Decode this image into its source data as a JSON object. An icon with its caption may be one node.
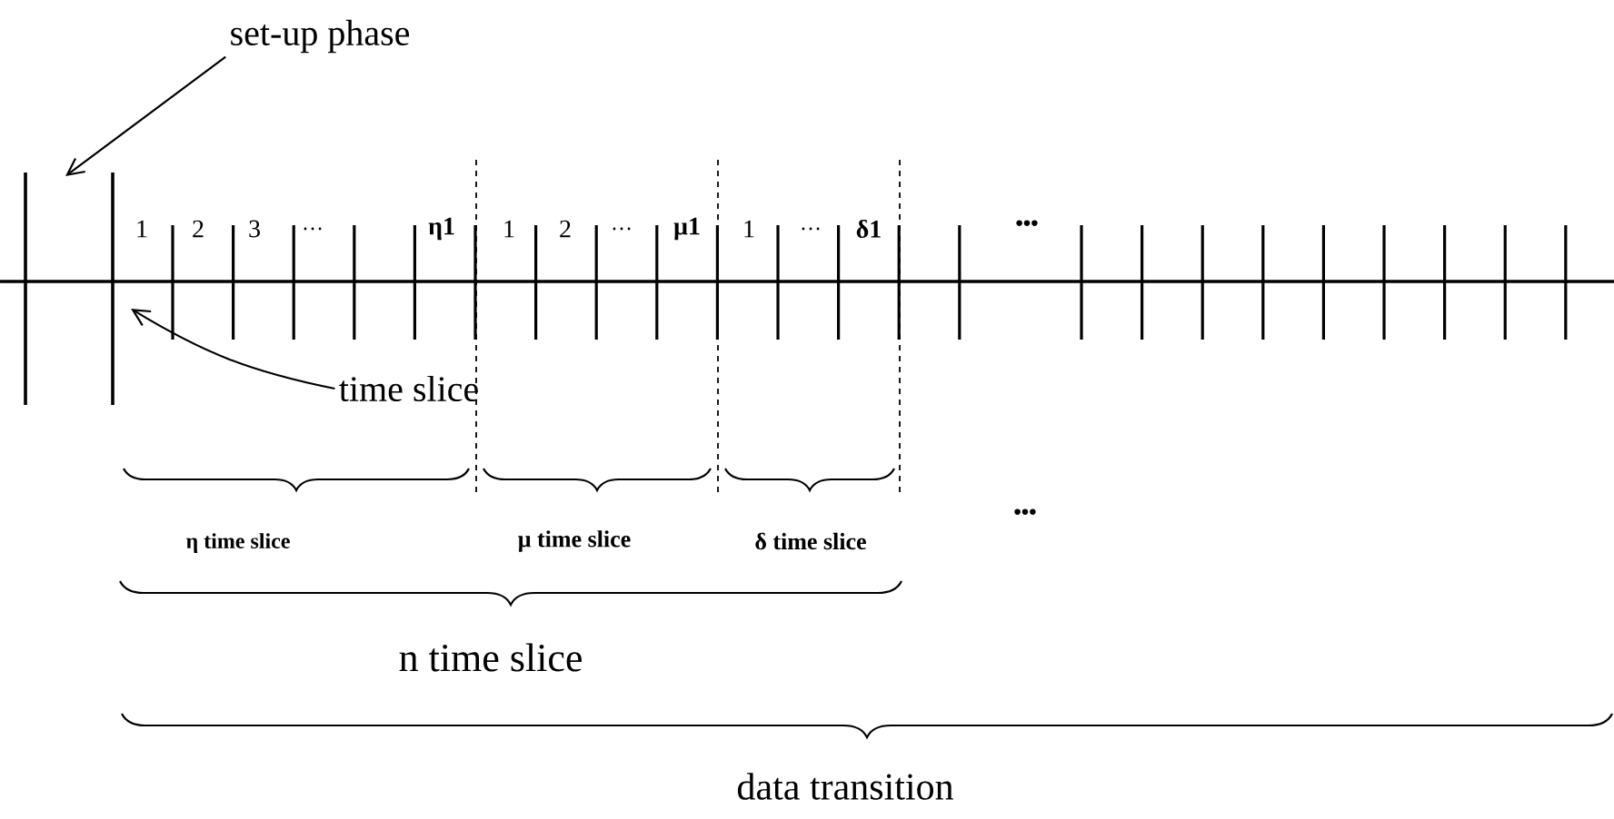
{
  "diagram": {
    "nodes": [
      {
        "text": [
          "set-up phase"
        ]
      },
      {
        "text": [
          "time slice"
        ]
      }
    ],
    "edges": [
      {
        "from": 0,
        "to": null,
        "arrow": "to"
      },
      {
        "from": 1,
        "to": null,
        "arrow": "to"
      }
    ],
    "labels": [
      "1",
      "2",
      "3",
      "…",
      "η1",
      "1",
      "2",
      "…",
      "μ1",
      "1",
      "…",
      "δ1",
      "•••",
      "η time slice",
      "μ time slice",
      "δ time slice",
      "•••",
      "n time slice",
      "data transition"
    ]
  }
}
